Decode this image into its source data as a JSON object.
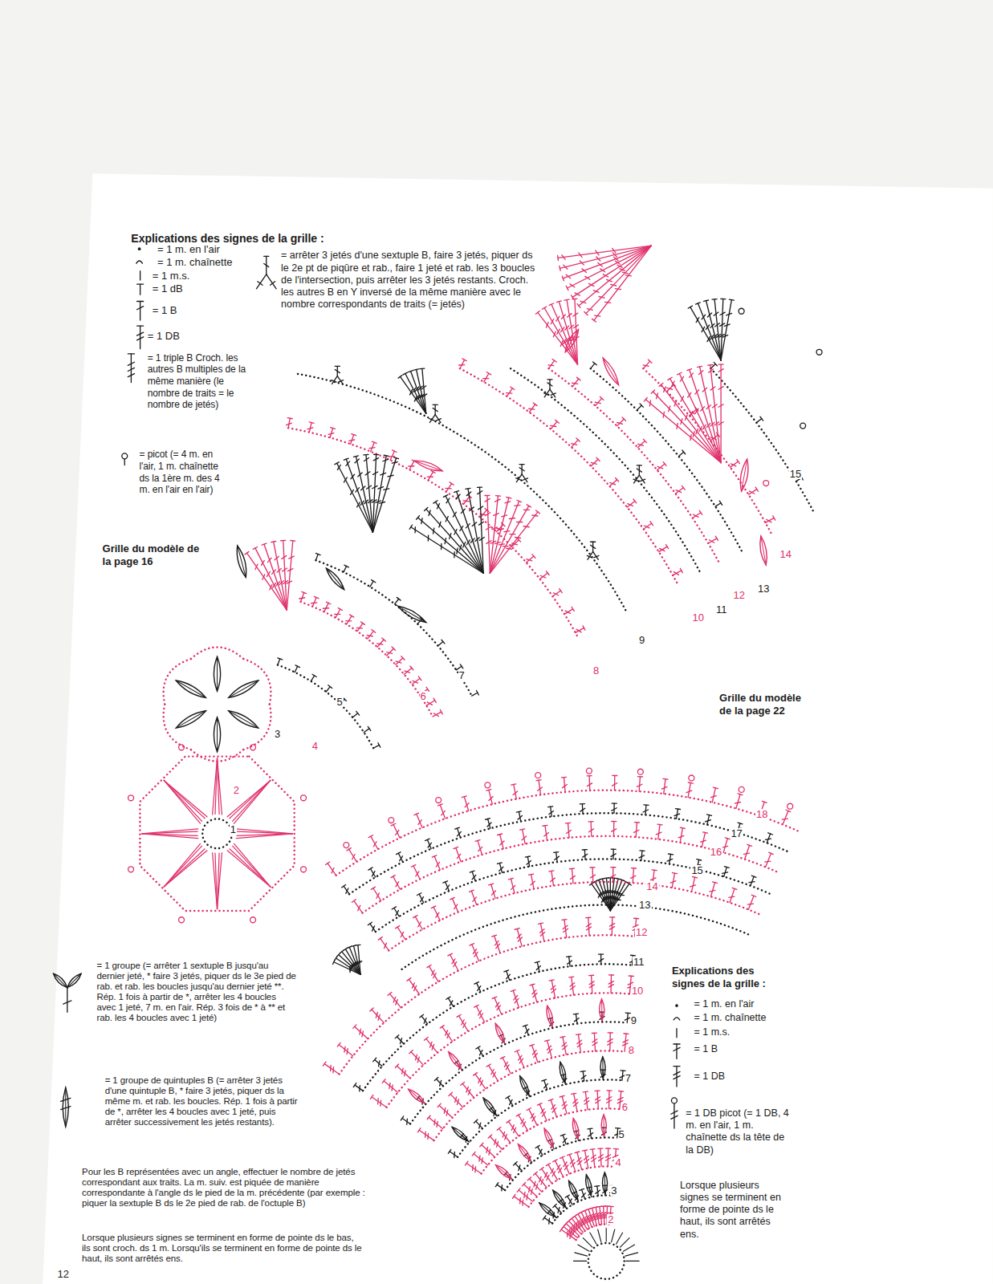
{
  "diagram": {
    "labels": [
      "Explications des signes de la grille :",
      "Grille du modèle de la page 16",
      "Grille du modèle de la page 22",
      "Explications des signes de la grille :",
      "Lorsque plusieurs signes se terminent en forme de pointe ds le haut, ils sont arrêtés ens.",
      "Pour les B représentées avec un angle, effectuer le nombre de jetés correspondant aux traits. La m. suiv. est piquée de manière correspondante à l'angle ds le pied de la m. précédente (par exemple : piquer la sextuple B ds le 2e pied de rab. de l'octuple B)",
      "Lorsque plusieurs signes se terminent en forme de pointe ds le bas, ils sont croch. ds 1 m. Lorsqu'ils se terminent en forme de pointe ds le haut, ils sont arrêtés ens.",
      "12",
      "1",
      "2",
      "3",
      "4",
      "5",
      "6",
      "7",
      "8",
      "9",
      "10",
      "11",
      "12",
      "13",
      "14",
      "15",
      "2",
      "3",
      "4",
      "5",
      "6",
      "7",
      "8",
      "9",
      "10",
      "11",
      "12",
      "13",
      "14",
      "15",
      "16",
      "17",
      "18"
    ],
    "legend": [
      {
        "text": "= 1 m. en l'air"
      },
      {
        "text": "= 1 m. chaînette"
      },
      {
        "text": "= 1 m.s."
      },
      {
        "text": "= 1 dB"
      },
      {
        "text": "= 1 B"
      },
      {
        "text": "= 1 DB"
      },
      {
        "text": "= 1 triple B Croch. les autres B multiples de la même manière (le nombre de traits = le nombre de jetés)"
      },
      {
        "text": "= picot (= 4 m. en l'air, 1 m. chaînette ds la 1ère m. des 4 m. en l'air en l'air)"
      },
      {
        "text": "= arrêter 3 jetés d'une sextuple B, faire 3 jetés, piquer ds le 2e pt de piqûre et rab., faire 1 jeté et rab. les 3 boucles de l'intersection, puis arrêter les 3 jetés restants. Croch. les autres B en Y inversé de la même manière avec le nombre correspondants de traits (= jetés)"
      },
      {
        "text": "= 1 groupe (= arrêter 1 sextuple B jusqu'au dernier jeté, * faire 3 jetés, piquer ds le 3e pied de rab. et rab. les boucles jusqu'au dernier jeté **. Rép. 1 fois à partir de *, arrêter les 4 boucles avec 1 jeté, 7 m. en l'air. Rép. 3 fois de * à ** et rab. les 4 boucles avec 1 jeté)"
      },
      {
        "text": "= 1 groupe de quintuples B (= arrêter 3 jetés d'une quintuple B, * faire 3 jetés, piquer ds la même m. et rab. les boucles. Rép. 1 fois à partir de *, arrêter les 4 boucles avec 1 jeté, puis arrêter successivement les jetés restants)."
      },
      {
        "text": "= 1 m. en l'air"
      },
      {
        "text": "= 1 m. chaînette"
      },
      {
        "text": "= 1 m.s."
      },
      {
        "text": "= 1 B"
      },
      {
        "text": "= 1 DB"
      },
      {
        "text": "= 1 DB picot (= 1 DB, 4 m. en l'air, 1 m. chaînette ds la tête de la DB)"
      }
    ]
  }
}
